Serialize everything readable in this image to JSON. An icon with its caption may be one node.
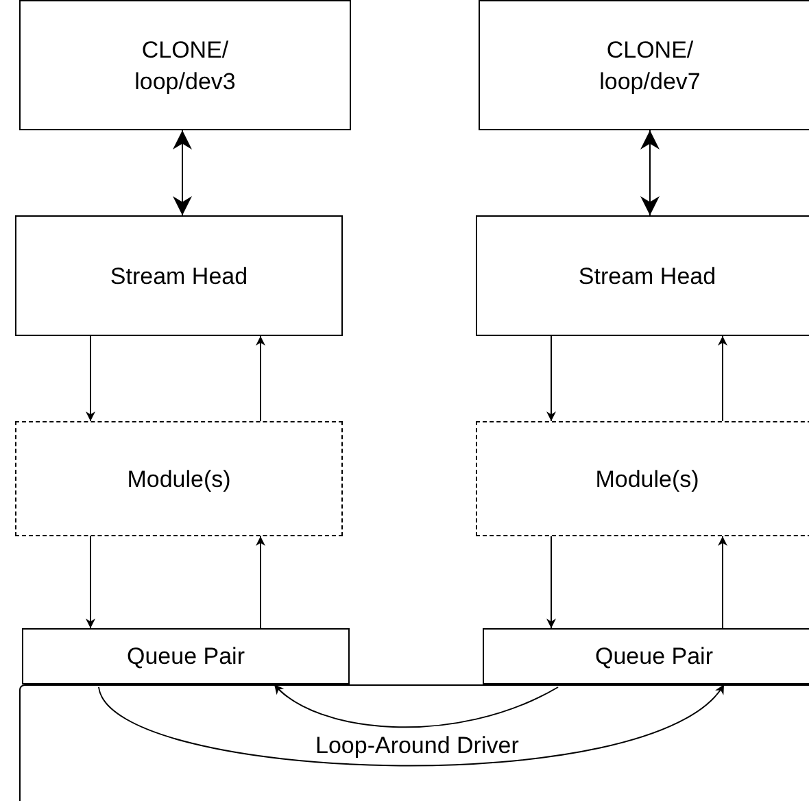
{
  "diagram": {
    "nodes": [
      {
        "text": [
          "CLONE/ loop/dev3"
        ]
      },
      {
        "text": [
          "CLONE/ loop/dev7"
        ]
      },
      {
        "text": [
          "Stream Head"
        ]
      },
      {
        "text": [
          "Stream Head"
        ]
      },
      {
        "text": [
          "Module(s)"
        ]
      },
      {
        "text": [
          "Module(s)"
        ]
      },
      {
        "text": [
          "Queue Pair"
        ]
      },
      {
        "text": [
          "Queue Pair"
        ]
      }
    ],
    "edges": [
      {
        "from": 0,
        "to": 2,
        "arrow": "both"
      },
      {
        "from": 1,
        "to": 3,
        "arrow": "both"
      },
      {
        "from": 2,
        "to": 4,
        "arrow": "to"
      },
      {
        "from": 4,
        "to": 2,
        "arrow": "to"
      },
      {
        "from": 3,
        "to": 5,
        "arrow": "to"
      },
      {
        "from": 5,
        "to": 3,
        "arrow": "to"
      },
      {
        "from": 4,
        "to": 6,
        "arrow": "to"
      },
      {
        "from": 6,
        "to": 4,
        "arrow": "to"
      },
      {
        "from": 5,
        "to": 7,
        "arrow": "to"
      },
      {
        "from": 7,
        "to": 5,
        "arrow": "to"
      },
      {
        "from": 7,
        "to": 6,
        "arrow": "to"
      },
      {
        "from": 6,
        "to": 7,
        "arrow": "to"
      }
    ],
    "labels": [
      "Loop-Around Driver"
    ]
  }
}
